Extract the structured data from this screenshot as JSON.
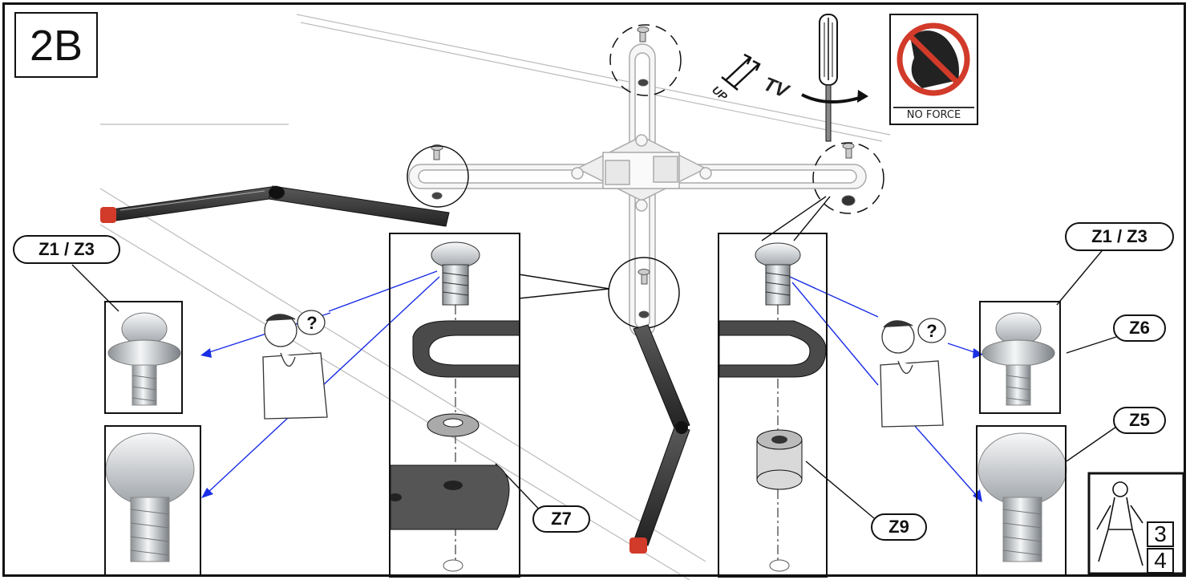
{
  "step": {
    "label": "2B"
  },
  "labels": {
    "z1z3_left": "Z1 / Z3",
    "z1z3_right": "Z1 / Z3",
    "z6": "Z6",
    "z5": "Z5",
    "z7": "Z7",
    "z9": "Z9"
  },
  "no_force": {
    "label": "NO FORCE"
  },
  "orientation": {
    "up": "UP",
    "tv": "TV"
  },
  "thinking_bubble": "?",
  "persons": {
    "top": "3",
    "bottom": "4"
  },
  "colors": {
    "pointer_blue": "#1a2ee6",
    "line": "#111111",
    "accent_red": "#d23a2a",
    "bar_dark": "#3a3a3a"
  }
}
